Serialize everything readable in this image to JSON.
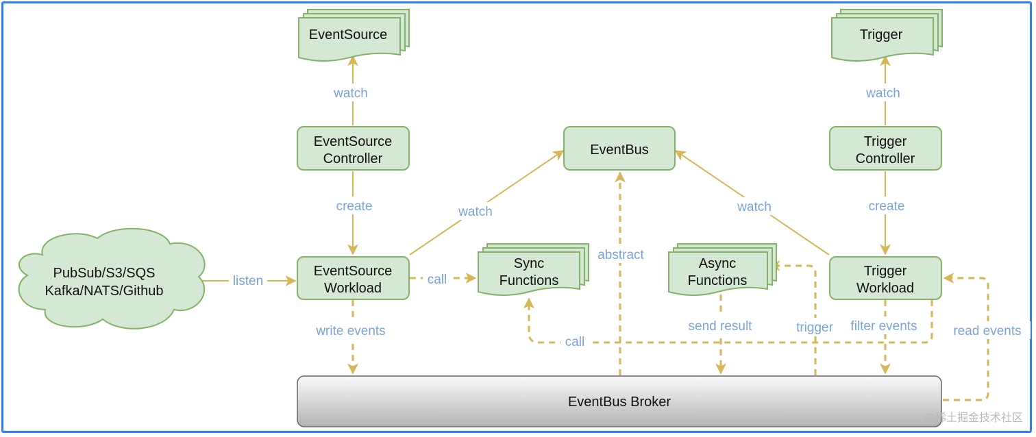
{
  "nodes": {
    "eventsource_crd": "EventSource",
    "trigger_crd": "Trigger",
    "eventsource_controller": [
      "EventSource",
      "Controller"
    ],
    "eventbus": "EventBus",
    "trigger_controller": [
      "Trigger",
      "Controller"
    ],
    "external_sources": [
      "PubSub/S3/SQS",
      "Kafka/NATS/Github"
    ],
    "eventsource_workload": [
      "EventSource",
      "Workload"
    ],
    "sync_functions": [
      "Sync",
      "Functions"
    ],
    "async_functions": [
      "Async",
      "Functions"
    ],
    "trigger_workload": [
      "Trigger",
      "Workload"
    ],
    "broker": "EventBus Broker"
  },
  "edges": {
    "watch_es": "watch",
    "watch_tr": "watch",
    "create_es": "create",
    "create_tr": "create",
    "watch_bus_left": "watch",
    "watch_bus_right": "watch",
    "listen": "listen",
    "call_sync": "call",
    "abstract": "abstract",
    "write_events": "write events",
    "send_result": "send result",
    "trigger": "trigger",
    "filter_events": "filter events",
    "read_events": "read events",
    "call_bottom": "call"
  },
  "watermark": "@稀土掘金技术社区",
  "colors": {
    "node_fill": "#d5e8d4",
    "node_stroke": "#82b366",
    "arrow": "#d6b656",
    "label": "#7aa3dc",
    "frame": "#2f80e8"
  }
}
